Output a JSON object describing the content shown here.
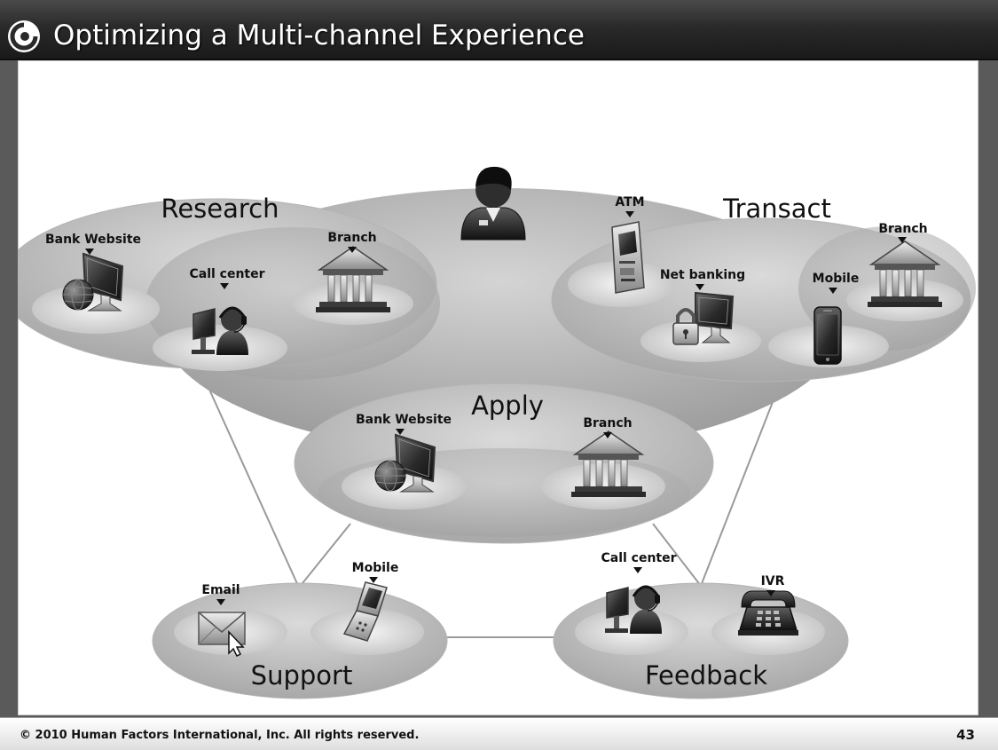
{
  "header": {
    "title": "Optimizing a Multi-channel Experience",
    "logo_icon": "swirl-logo-icon"
  },
  "diagram": {
    "user_icon": "person-icon",
    "groups": {
      "research": {
        "label": "Research",
        "channels": [
          {
            "label": "Bank Website",
            "icon": "globe-monitor-icon"
          },
          {
            "label": "Call center",
            "icon": "call-center-agent-icon"
          },
          {
            "label": "Branch",
            "icon": "bank-building-icon"
          }
        ]
      },
      "transact": {
        "label": "Transact",
        "channels": [
          {
            "label": "ATM",
            "icon": "atm-icon"
          },
          {
            "label": "Net banking",
            "icon": "padlock-monitor-icon"
          },
          {
            "label": "Mobile",
            "icon": "smartphone-icon"
          },
          {
            "label": "Branch",
            "icon": "bank-building-icon"
          }
        ]
      },
      "apply": {
        "label": "Apply",
        "channels": [
          {
            "label": "Bank Website",
            "icon": "globe-monitor-icon"
          },
          {
            "label": "Branch",
            "icon": "bank-building-icon"
          }
        ]
      },
      "support": {
        "label": "Support",
        "channels": [
          {
            "label": "Email",
            "icon": "envelope-icon"
          },
          {
            "label": "Mobile",
            "icon": "flip-phone-icon"
          }
        ]
      },
      "feedback": {
        "label": "Feedback",
        "channels": [
          {
            "label": "Call center",
            "icon": "call-center-agent-icon"
          },
          {
            "label": "IVR",
            "icon": "desk-phone-icon"
          }
        ]
      }
    }
  },
  "footer": {
    "copyright": "© 2010 Human Factors International, Inc. All rights reserved.",
    "page_number": "43"
  }
}
